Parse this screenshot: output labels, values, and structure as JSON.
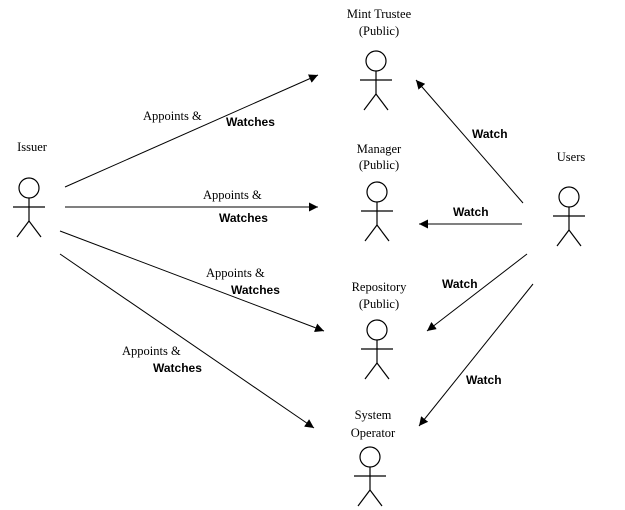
{
  "colors": {
    "accent": "#e0400f",
    "line": "#000000"
  },
  "actors": {
    "issuer": {
      "name": "Issuer"
    },
    "users": {
      "name": "Users"
    },
    "mint_trustee": {
      "name": "Mint Trustee",
      "note": "(Public)"
    },
    "manager": {
      "name": "Manager",
      "note": "(Public)"
    },
    "repository": {
      "name": "Repository",
      "note": "(Public)"
    },
    "system_operator": {
      "name": "System",
      "note": "Operator"
    }
  },
  "issuer_edges": {
    "mint_trustee": {
      "verb": "Appoints &",
      "accent": "Watches"
    },
    "manager": {
      "verb": "Appoints &",
      "accent": "Watches"
    },
    "repository": {
      "verb": "Appoints &",
      "accent": "Watches"
    },
    "system_operator": {
      "verb": "Appoints &",
      "accent": "Watches"
    }
  },
  "users_edges": {
    "mint_trustee": {
      "label": "Watch"
    },
    "manager": {
      "label": "Watch"
    },
    "repository": {
      "label": "Watch"
    },
    "system_operator": {
      "label": "Watch"
    }
  }
}
